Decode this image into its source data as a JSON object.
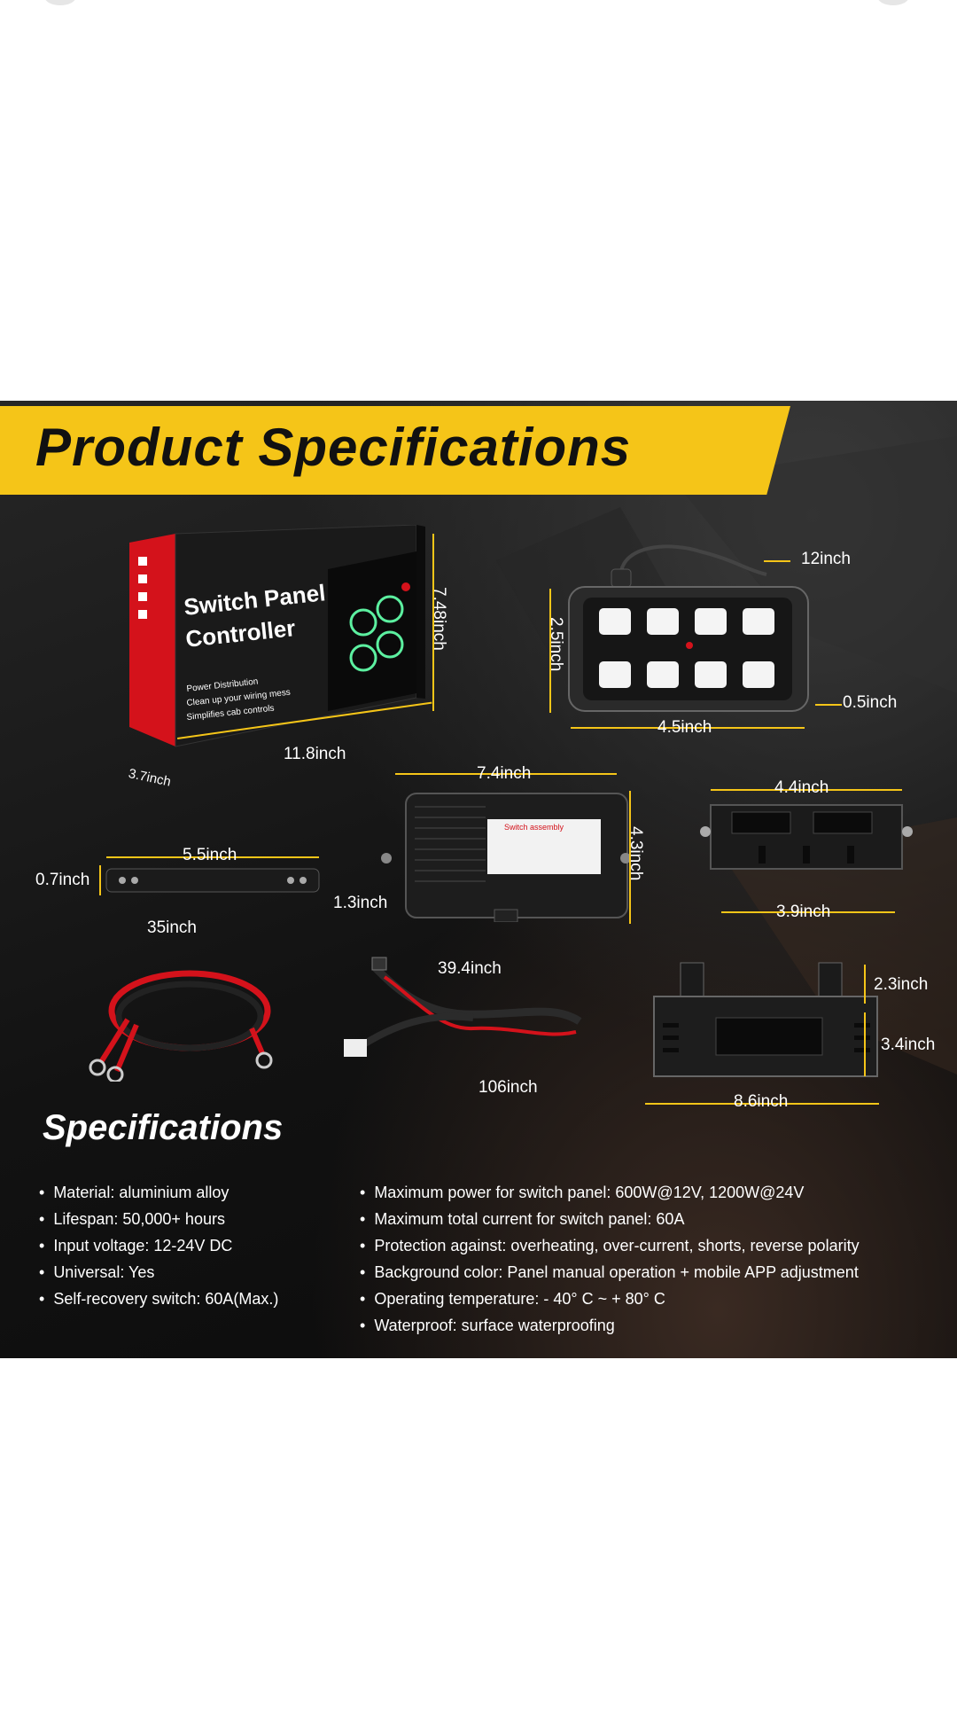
{
  "banner": {
    "title": "Product Specifications"
  },
  "box": {
    "title_line1": "Switch Panel",
    "title_line2": "Controller",
    "feature1": "Power Distribution",
    "feature2": "Clean up your wiring mess",
    "feature3": "Simplifies cab controls"
  },
  "dimensions": {
    "box_height": "7.48inch",
    "box_width": "11.8inch",
    "box_depth": "3.7inch",
    "panel_cable": "12inch",
    "panel_height": "2.5inch",
    "panel_depth": "0.5inch",
    "panel_width": "4.5inch",
    "module_width": "7.4inch",
    "module_height": "4.3inch",
    "module_depth": "1.3inch",
    "bracket_width": "4.4inch",
    "bracket_base": "3.9inch",
    "plate_width": "5.5inch",
    "plate_height": "0.7inch",
    "cable_length": "35inch",
    "harness_short": "39.4inch",
    "harness_long": "106inch",
    "mount_tab": "2.3inch",
    "mount_height": "3.4inch",
    "mount_width": "8.6inch"
  },
  "module_label": "Switch assembly",
  "specifications": {
    "title": "Specifications",
    "left": [
      "Material: aluminium alloy",
      "Lifespan: 50,000+ hours",
      "Input voltage: 12-24V DC",
      "Universal: Yes",
      "Self-recovery switch: 60A(Max.)"
    ],
    "right": [
      "Maximum power for switch panel: 600W@12V, 1200W@24V",
      "Maximum total current for switch panel: 60A",
      "Protection against: overheating, over-current, shorts, reverse polarity",
      "Background color: Panel manual operation + mobile APP adjustment",
      "Operating temperature: - 40° C ~ + 80° C",
      "Waterproof: surface waterproofing"
    ]
  },
  "colors": {
    "accent": "#f5c518",
    "background": "#111111",
    "box_red": "#d4121b",
    "switch_glow": "#5cf0a0"
  }
}
